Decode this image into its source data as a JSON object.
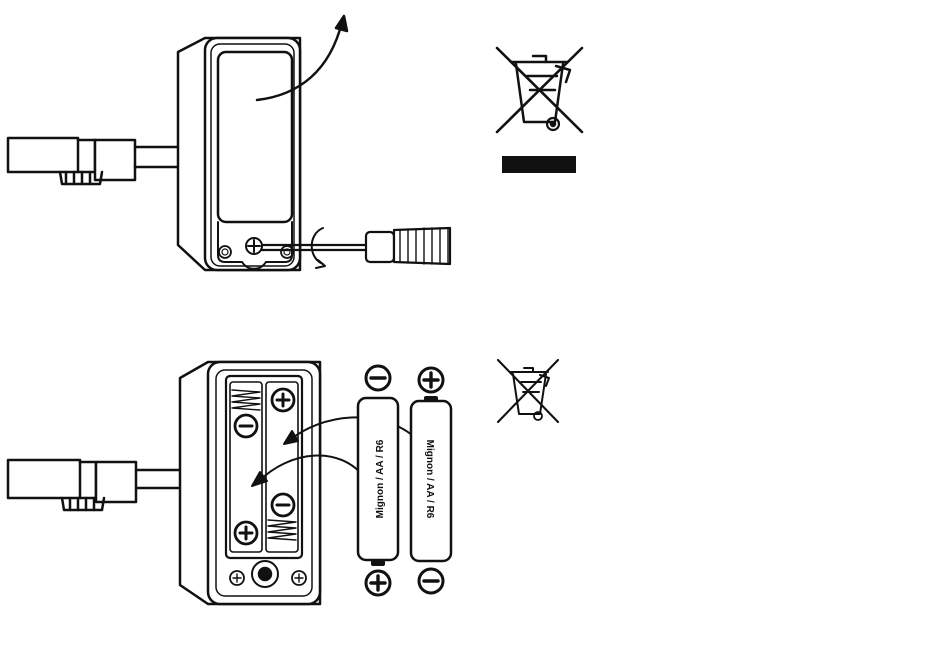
{
  "figures": {
    "battery_cover_removal": {
      "icon": "screwdriver-unscrew-illustration"
    },
    "battery_insertion": {
      "icon": "battery-insertion-illustration",
      "battery_left_label": "Mignon / AA / R6",
      "battery_right_label": "Mignon / AA / R6",
      "polarity_minus": "−",
      "polarity_plus": "+"
    },
    "weee_large": {
      "icon": "crossed-out-wheelie-bin-icon",
      "has_bar": true
    },
    "weee_small": {
      "icon": "crossed-out-wheelie-bin-icon"
    }
  }
}
